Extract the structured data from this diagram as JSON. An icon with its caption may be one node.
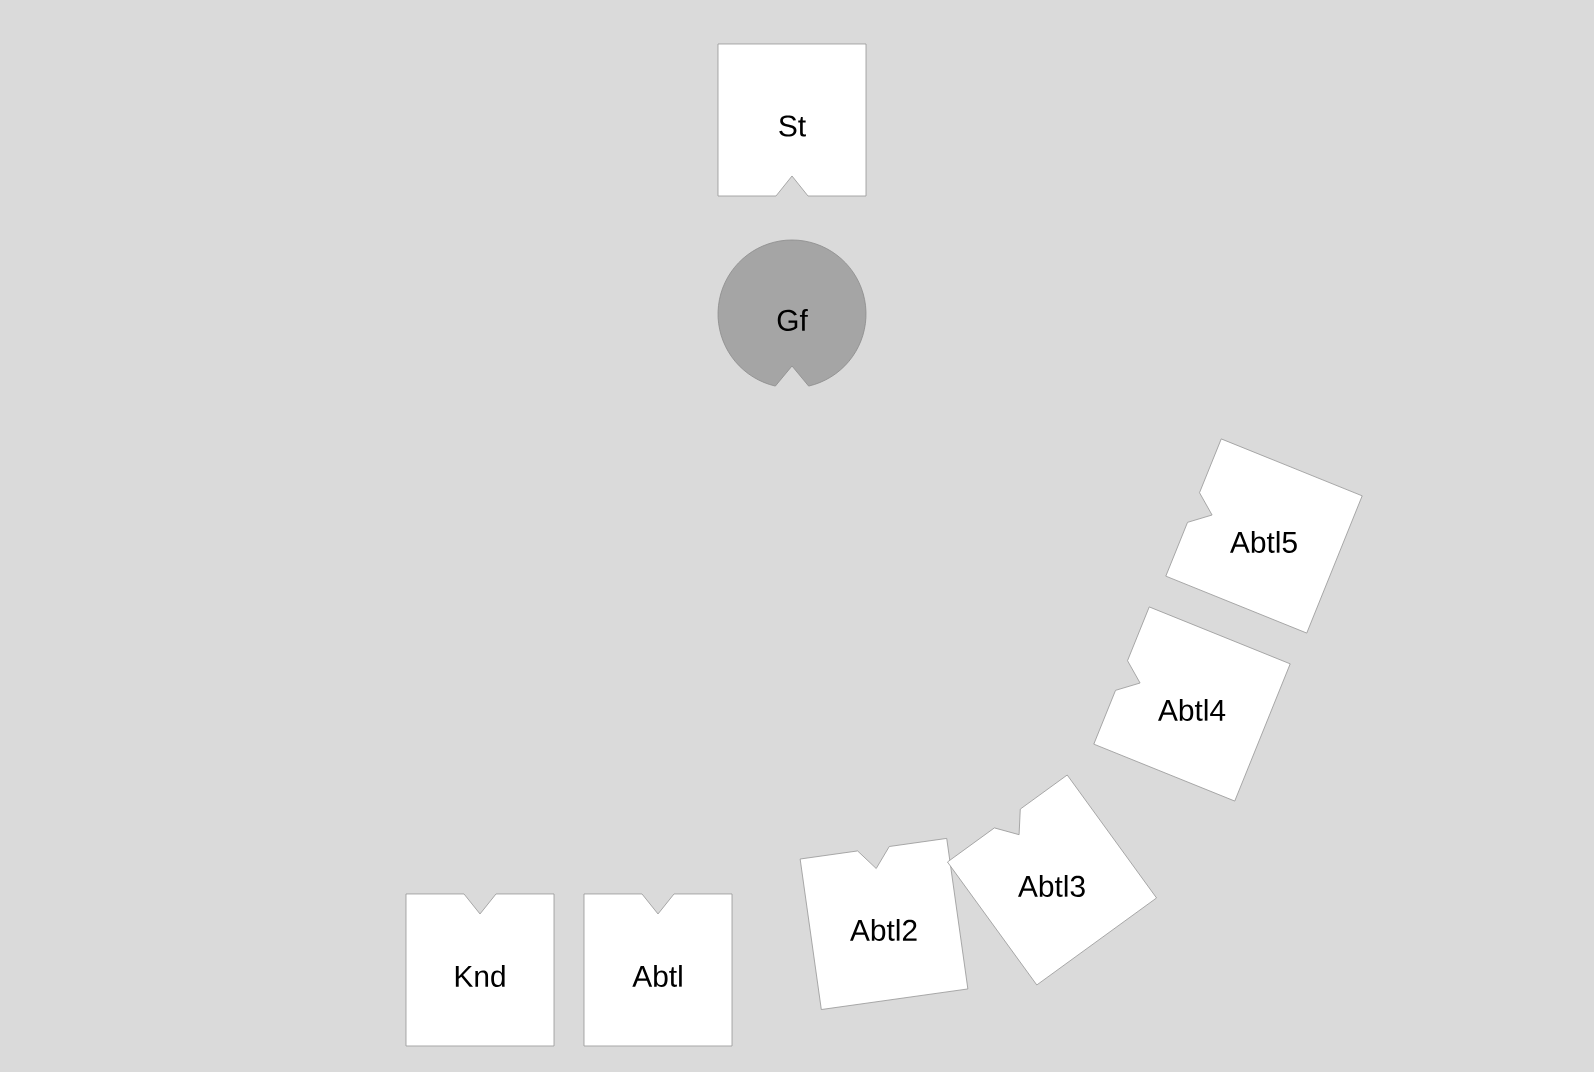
{
  "diagram": {
    "nodes": [
      {
        "text": [
          "St"
        ]
      },
      {
        "text": [
          "Gf"
        ]
      },
      {
        "text": [
          "Knd"
        ]
      },
      {
        "text": [
          "Abtl"
        ]
      },
      {
        "text": [
          "Abtl2"
        ]
      },
      {
        "text": [
          "Abtl3"
        ]
      },
      {
        "text": [
          "Abtl4"
        ]
      },
      {
        "text": [
          "Abtl5"
        ]
      }
    ]
  }
}
